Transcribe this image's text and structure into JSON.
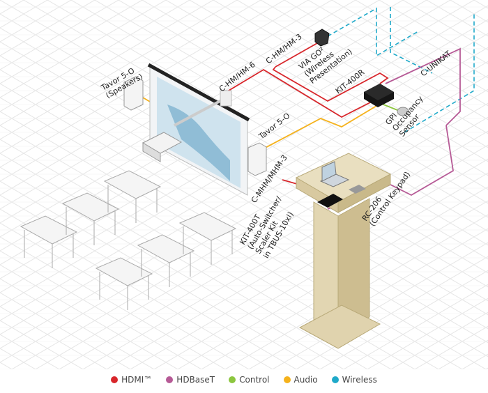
{
  "labels": {
    "speakers_left": [
      "Tavor 5-O",
      "(Speakers)"
    ],
    "cable_hm6": "C-HM/HM-6",
    "cable_hm3": "C-HM/HM-3",
    "via_go": [
      "VIA GO²",
      "(Wireless",
      "Presentation)"
    ],
    "kit400r": "KIT-400R",
    "c_unikat": "C-UNIKAT",
    "gpi": [
      "GPI",
      "Occupancy",
      "Sensor"
    ],
    "speaker_right": "Tavor 5-O",
    "cable_mhm3": "C-MHM/MHM-3",
    "kit400t": [
      "KIT-400T",
      "(Auto-Switcher/",
      "Scaler Kit",
      "in TBUS-10xl)"
    ],
    "rc206": [
      "RC-206",
      "(Control Keypad)"
    ]
  },
  "legend": [
    {
      "label": "HDMI™",
      "color": "#d8262b"
    },
    {
      "label": "HDBaseT",
      "color": "#b65a96"
    },
    {
      "label": "Control",
      "color": "#8cc63f"
    },
    {
      "label": "Audio",
      "color": "#f5b21c"
    },
    {
      "label": "Wireless",
      "color": "#1fa9c9"
    }
  ]
}
